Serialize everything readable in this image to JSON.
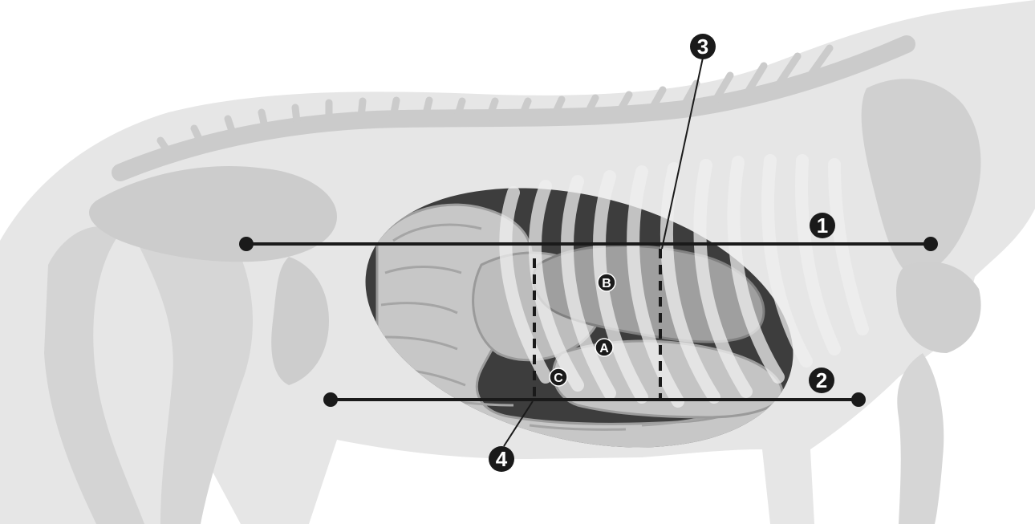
{
  "diagram": {
    "markers": {
      "m1": "1",
      "m2": "2",
      "m3": "3",
      "m4": "4"
    },
    "regions": {
      "a": "A",
      "b": "B",
      "c": "C"
    },
    "colors": {
      "background": "#ffffff",
      "body_silhouette": "#e6e6e6",
      "skeleton": "#c8c8c8",
      "abdomen_cavity": "#3a3a3a",
      "organs": "#b5b5b5",
      "lines": "#1a1a1a"
    }
  }
}
